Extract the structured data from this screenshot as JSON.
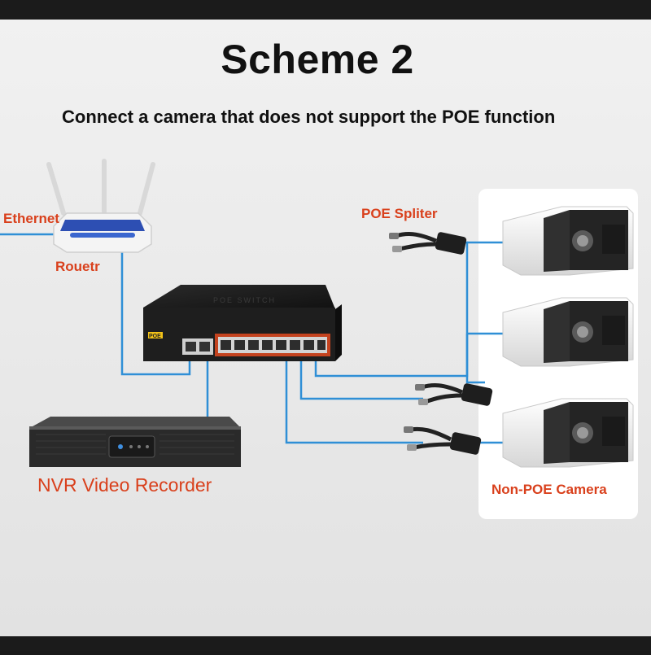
{
  "title": "Scheme 2",
  "subtitle": "Connect a camera that does not support the POE function",
  "labels": {
    "ethernet": "Ethernet",
    "router": "Rouetr",
    "poe_splitter": "POE Spliter",
    "nvr": "NVR Video Recorder",
    "non_poe_camera": "Non-POE Camera",
    "switch_badge": "POE",
    "switch_top_text": "POE SWITCH"
  },
  "colors": {
    "cable": "#2f8fd6",
    "label": "#d9401c",
    "background": "#e9e9e9",
    "camera_panel": "#ffffff"
  },
  "icons": [
    "router-icon",
    "poe-switch-icon",
    "nvr-icon",
    "poe-splitter-icon",
    "camera-icon"
  ]
}
